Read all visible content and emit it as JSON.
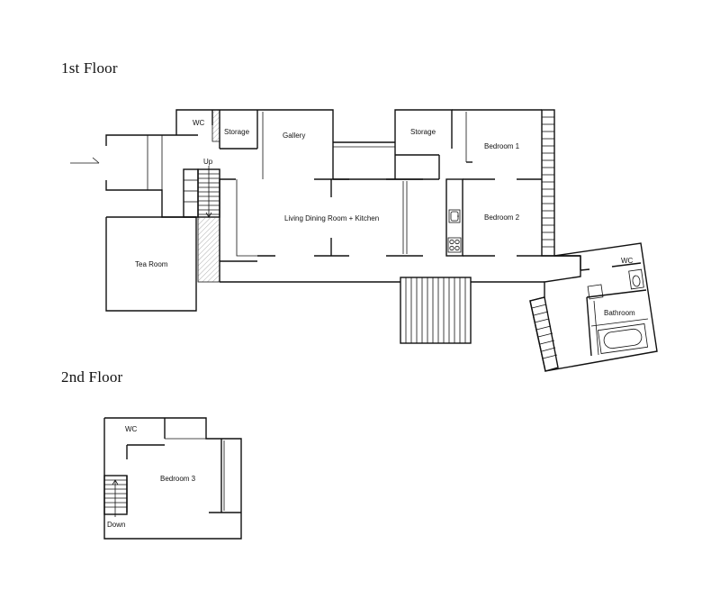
{
  "floors": {
    "first": {
      "title": "1st Floor",
      "rooms": {
        "wc": "WC",
        "storage_left": "Storage",
        "gallery": "Gallery",
        "storage_right": "Storage",
        "bedroom1": "Bedroom 1",
        "up": "Up",
        "living": "Living Dining Room + Kitchen",
        "bedroom2": "Bedroom 2",
        "tea_room": "Tea Room",
        "wc_east": "WC",
        "bathroom": "Bathroom"
      }
    },
    "second": {
      "title": "2nd Floor",
      "rooms": {
        "wc": "WC",
        "bedroom3": "Bedroom 3",
        "down": "Down"
      }
    }
  },
  "icons": [
    "entrance-arrow-icon",
    "stair-up-arrow-icon",
    "stair-down-arrow-icon",
    "sink-icon",
    "stove-icon",
    "toilet-icon",
    "bathtub-icon"
  ]
}
